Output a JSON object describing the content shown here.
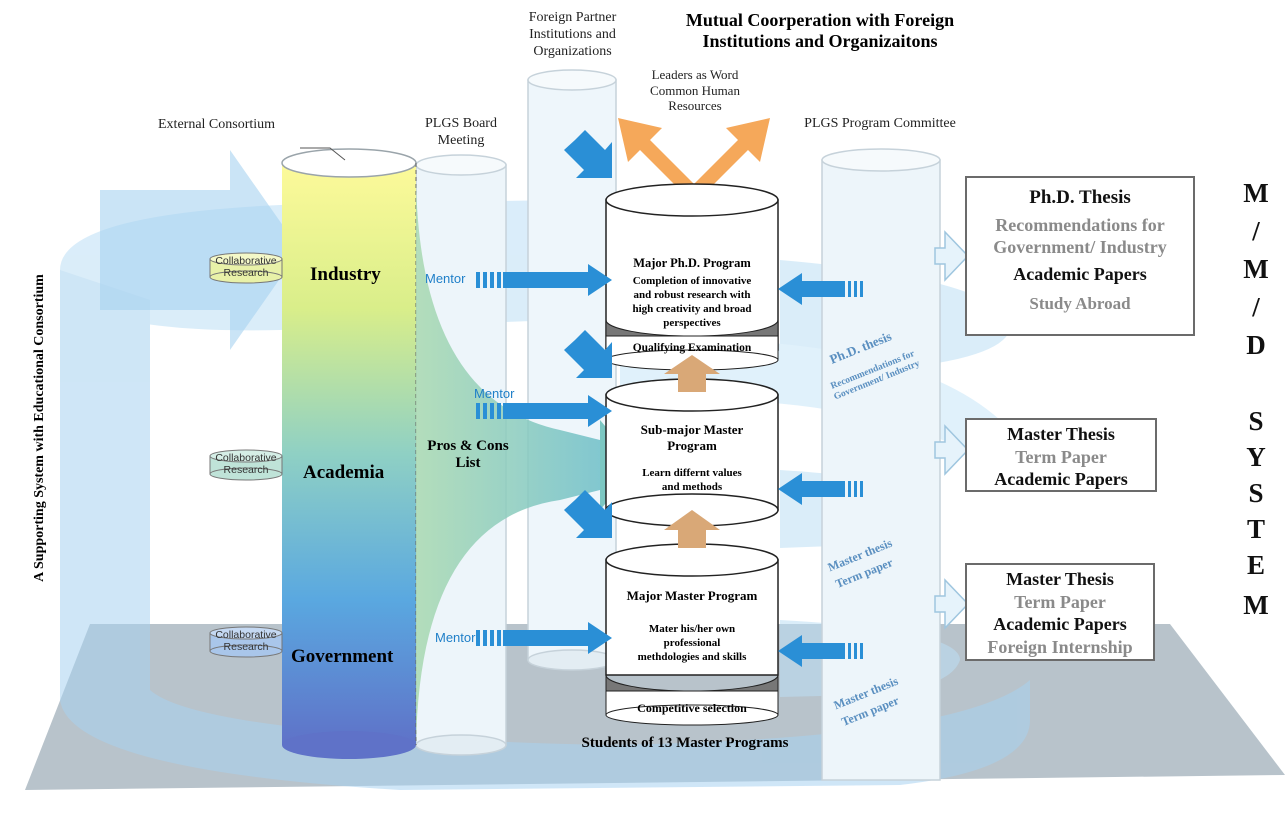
{
  "title": "Mutual Coorperation with Foreign Institutions and Organizaitons",
  "labels": {
    "foreign_partner": "Foreign Partner Institutions and Organizations",
    "leaders": "Leaders as Word Common Human Resources",
    "external_consortium": "External Consortium",
    "board_meeting": "PLGS Board Meeting",
    "program_committee": "PLGS Program Committee",
    "pros_cons": "Pros & Cons List",
    "side_label": "A Supporting System with Educational Consortium",
    "students": "Students of 13 Master Programs"
  },
  "consortium": [
    {
      "collab": "Collaborative Research",
      "name": "Industry"
    },
    {
      "collab": "Collaborative Research",
      "name": "Academia"
    },
    {
      "collab": "Collaborative Research",
      "name": "Government"
    }
  ],
  "mentor_label": "Mentor",
  "programs": {
    "phd": {
      "title": "Major Ph.D. Program",
      "desc": "Completion of innovative and robust research with high creativity and broad perspectives",
      "gate": "Qualifying Examination"
    },
    "submajor": {
      "title": "Sub-major Master Program",
      "desc": "Learn differnt values and methods"
    },
    "major": {
      "title": "Major Master Program",
      "desc": "Mater his/her own professional methdologies and skills",
      "gate": "Competitive selection"
    }
  },
  "spiral_labels": {
    "phd_thesis": "Ph.D. thesis",
    "recommendations": "Recommendations for Government/ Industry",
    "master_thesis_1": "Master thesis",
    "term_paper_1": "Term paper",
    "master_thesis_2": "Master thesis",
    "term_paper_2": "Term paper"
  },
  "outputs": {
    "phd": [
      "Ph.D. Thesis",
      "Recommendations for Government/ Industry",
      "Academic Papers",
      "Study Abroad"
    ],
    "submajor": [
      "Master Thesis",
      "Term Paper",
      "Academic Papers"
    ],
    "major": [
      "Master Thesis",
      "Term Paper",
      "Academic Papers",
      "Foreign Internship"
    ]
  },
  "system_letters": [
    "M",
    "/",
    "M",
    "/",
    "D",
    "",
    "S",
    "Y",
    "S",
    "T",
    "E",
    "M"
  ],
  "colors": {
    "spiral": "#bcdff5",
    "mentor_arrow": "#2a8fd6",
    "up_arrow": "#d9a877",
    "leaders_arrow": "#f5a85a",
    "floor": "#b8c3cb"
  }
}
